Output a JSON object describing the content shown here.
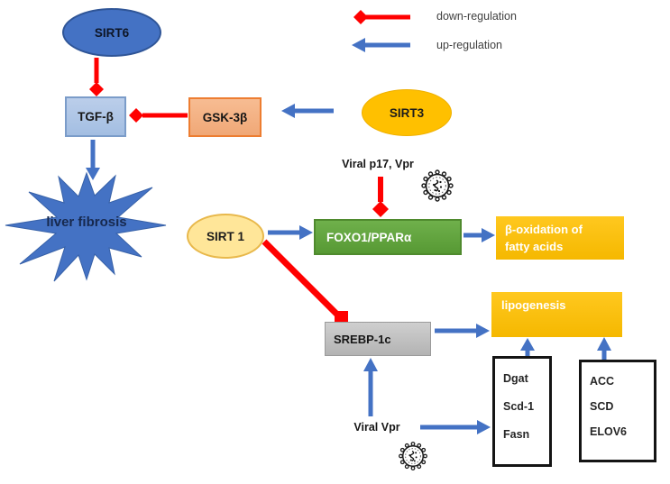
{
  "legend": {
    "down_label": "down-regulation",
    "up_label": "up-regulation"
  },
  "nodes": {
    "sirt6": "SIRT6",
    "tgf_beta": "TGF-β",
    "gsk3_beta": "GSK-3β",
    "sirt3": "SIRT3",
    "liver_fibrosis": "liver fibrosis",
    "viral_p17_vpr": "Viral p17, Vpr",
    "sirt1": "SIRT 1",
    "foxo1_ppar_alpha": "FOXO1/PPARα",
    "beta_oxidation_line1": "β-oxidation of",
    "beta_oxidation_line2": "fatty acids",
    "srebp1c": "SREBP-1c",
    "lipogenesis": "lipogenesis",
    "viral_vpr": "Viral Vpr"
  },
  "gene_boxes": {
    "box1": [
      "Dgat",
      "Scd-1",
      "Fasn"
    ],
    "box2": [
      "ACC",
      "SCD",
      "ELOV6"
    ]
  },
  "colors": {
    "down_regulation_arrow": "#FF0000",
    "up_regulation_arrow": "#4472C4",
    "sirt6_fill": "#4472C4",
    "sirt3_fill": "#FFC000",
    "sirt1_fill": "#FFE699",
    "tgf_beta_fill": "#AEC6E8",
    "gsk3_beta_fill": "#F4B183",
    "foxo_fill": "#61A33E",
    "amber_fill": "#FFC000",
    "srebp_fill": "#BFBFBF",
    "starburst_fill": "#4472C4"
  }
}
